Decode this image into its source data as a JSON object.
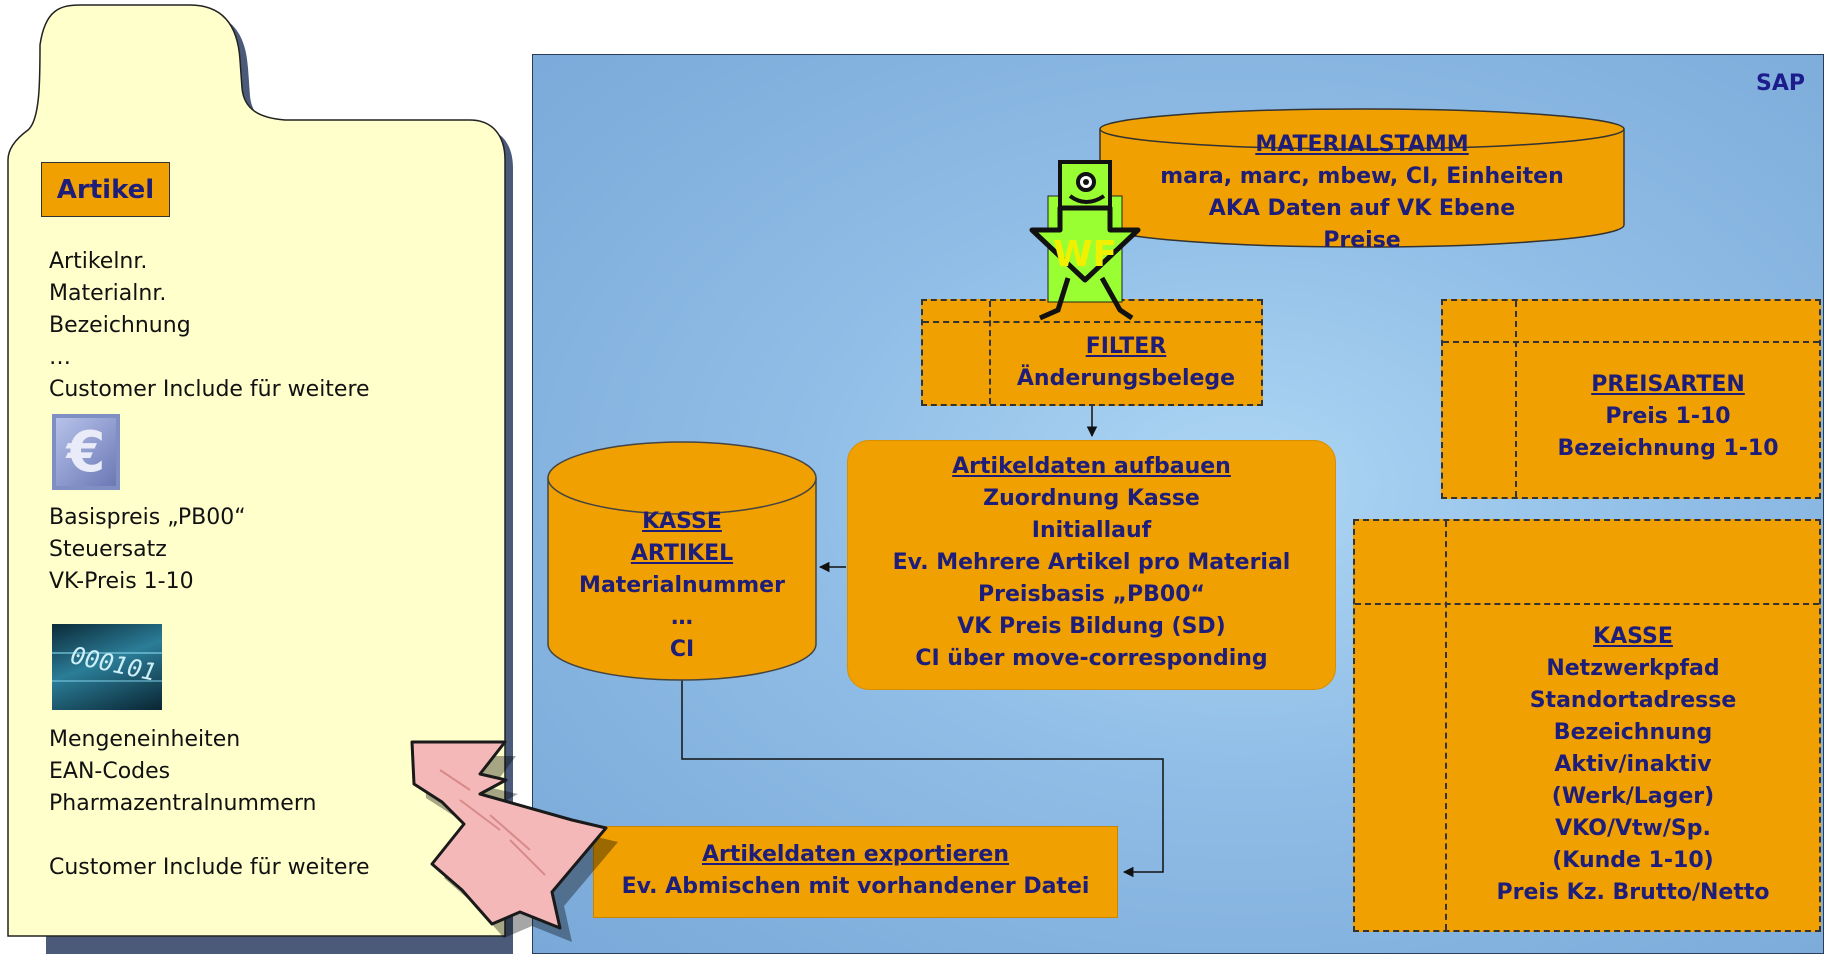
{
  "card": {
    "tab_label": "Artikel",
    "group1": [
      "Artikelnr.",
      "Materialnr.",
      "Bezeichnung",
      "…",
      "Customer Include für weitere"
    ],
    "group2": [
      "Basispreis „PB00“",
      "Steuersatz",
      "VK-Preis 1-10"
    ],
    "group3": [
      "Mengeneinheiten",
      "EAN-Codes",
      "Pharmazentralnummern",
      "",
      "Customer Include für weitere"
    ],
    "image_text": "000101",
    "euro_symbol": "€"
  },
  "sap": {
    "label": "SAP",
    "materialstamm": {
      "title": "MATERIALSTAMM",
      "lines": [
        "mara, marc,  mbew, CI, Einheiten",
        "AKA Daten auf VK Ebene",
        "Preise"
      ]
    },
    "wf_label": "WF",
    "filter": {
      "title": "FILTER",
      "lines": [
        "Änderungsbelege"
      ]
    },
    "preisarten": {
      "title": "PREISARTEN",
      "lines": [
        "Preis 1-10",
        "Bezeichnung 1-10"
      ]
    },
    "kasse_artikel": {
      "title1": "KASSE",
      "title2": "ARTIKEL",
      "lines": [
        "Materialnummer",
        "…",
        "CI"
      ]
    },
    "aufbauen": {
      "title": "Artikeldaten aufbauen",
      "lines": [
        "Zuordnung Kasse",
        "Initiallauf",
        "Ev. Mehrere Artikel pro Material",
        "Preisbasis „PB00“",
        "VK Preis Bildung (SD)",
        "CI über move-corresponding"
      ]
    },
    "kasse": {
      "title": "KASSE",
      "lines": [
        "Netzwerkpfad",
        "Standortadresse",
        "Bezeichnung",
        "Aktiv/inaktiv",
        "(Werk/Lager)",
        "VKO/Vtw/Sp.",
        "(Kunde 1-10)",
        "Preis Kz. Brutto/Netto"
      ]
    },
    "exportieren": {
      "title": "Artikeldaten exportieren",
      "lines": [
        "Ev. Abmischen mit vorhandener Datei"
      ]
    }
  },
  "colors": {
    "orange": "#f0a000",
    "navy_text": "#1e1e7a",
    "card_fill": "#ffffcc",
    "panel_blue": "#8fbde6",
    "wf_green": "#99ff33"
  },
  "icons": [
    "euro-icon",
    "data-image-icon",
    "wf-mascot-icon",
    "pink-arrow-icon"
  ]
}
